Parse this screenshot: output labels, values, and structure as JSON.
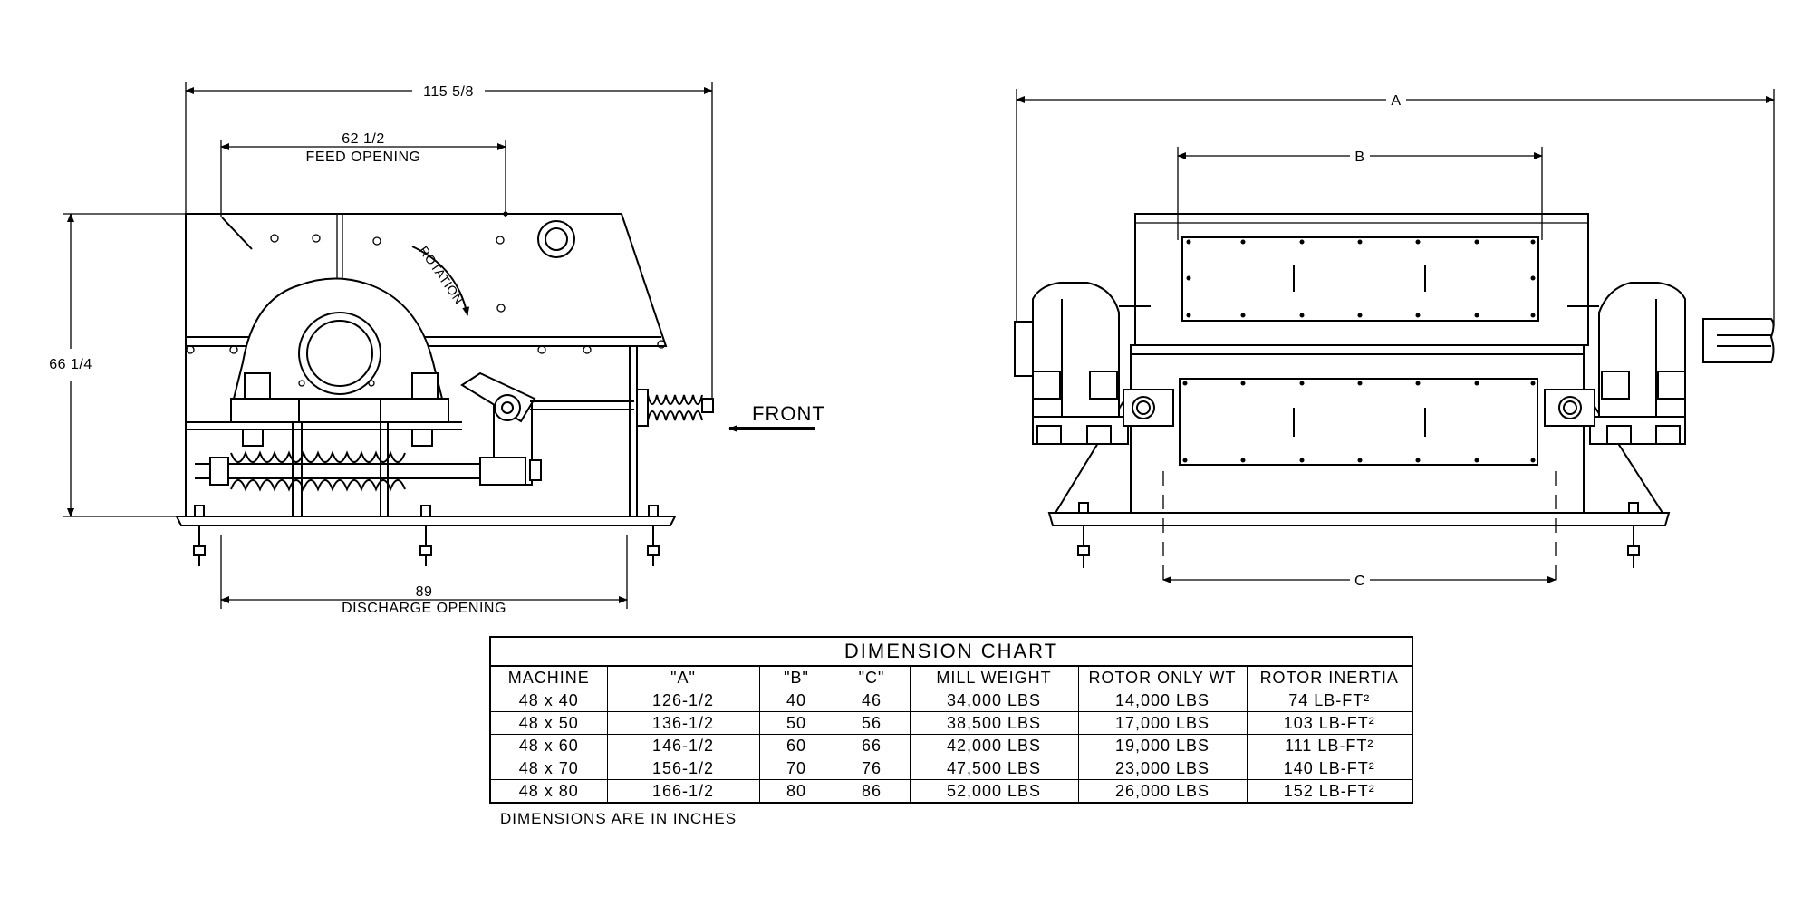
{
  "side_view": {
    "overall_width": "115 5/8",
    "feed_opening_value": "62 1/2",
    "feed_opening_label": "FEED OPENING",
    "height": "66 1/4",
    "rotation_label": "ROTATION",
    "discharge_opening_value": "89",
    "discharge_opening_label": "DISCHARGE OPENING",
    "front_label": "FRONT"
  },
  "end_view": {
    "dim_a": "A",
    "dim_b": "B",
    "dim_c": "C"
  },
  "dimension_chart": {
    "title": "DIMENSION CHART",
    "headers": [
      "MACHINE",
      "\"A\"",
      "\"B\"",
      "\"C\"",
      "MILL WEIGHT",
      "ROTOR ONLY WT",
      "ROTOR INERTIA"
    ],
    "rows": [
      [
        "48 x 40",
        "126-1/2",
        "40",
        "46",
        "34,000 LBS",
        "14,000 LBS",
        "74 LB-FT²"
      ],
      [
        "48 x 50",
        "136-1/2",
        "50",
        "56",
        "38,500 LBS",
        "17,000 LBS",
        "103 LB-FT²"
      ],
      [
        "48 x 60",
        "146-1/2",
        "60",
        "66",
        "42,000 LBS",
        "19,000 LBS",
        "111 LB-FT²"
      ],
      [
        "48 x 70",
        "156-1/2",
        "70",
        "76",
        "47,500 LBS",
        "23,000 LBS",
        "140 LB-FT²"
      ],
      [
        "48 x 80",
        "166-1/2",
        "80",
        "86",
        "52,000 LBS",
        "26,000 LBS",
        "152 LB-FT²"
      ]
    ],
    "note": "DIMENSIONS ARE IN INCHES"
  }
}
